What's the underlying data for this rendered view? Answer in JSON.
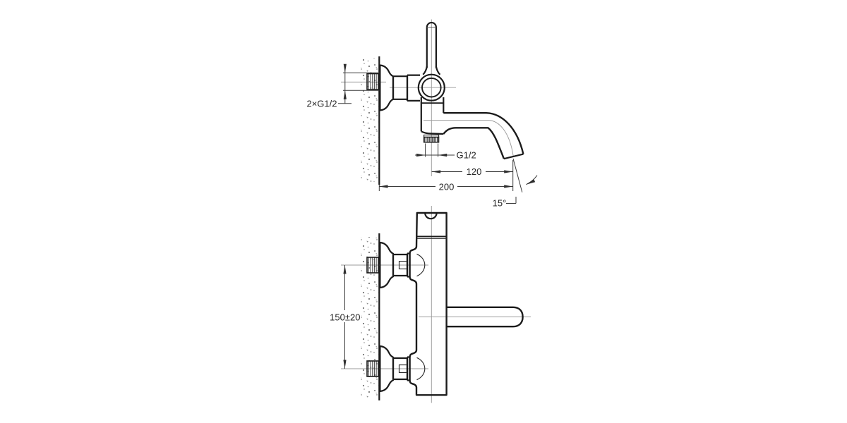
{
  "dimensions": {
    "inlet_connection": "2×G1/2",
    "outlet_connection": "G1/2",
    "spout_reach": "120",
    "wall_to_spout_tip": "200",
    "spout_angle": "15°",
    "inlet_centres": "150±20"
  },
  "drawing_colors": {
    "line": "#1b1b1b",
    "centerline": "#9b9b9b",
    "dimension": "#333333",
    "background": "#ffffff"
  }
}
